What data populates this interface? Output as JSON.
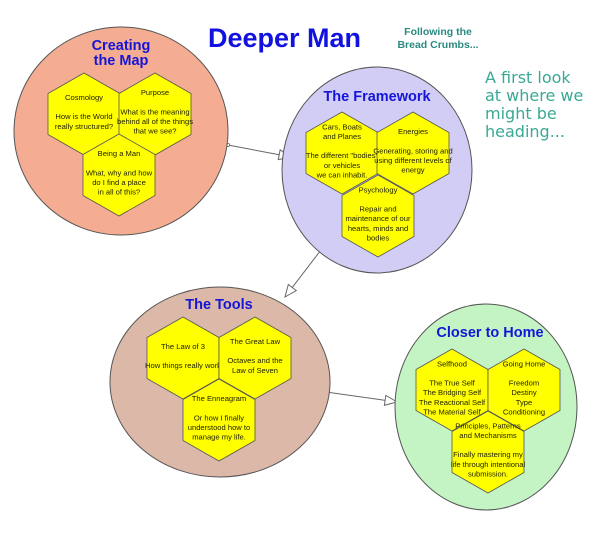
{
  "header": {
    "title": "Deeper Man",
    "subtitle_lines": [
      "Following the",
      "Bread Crumbs..."
    ],
    "side_note_lines": [
      "A first look",
      "at where we",
      "might be",
      "heading..."
    ]
  },
  "colors": {
    "title": "#1212e0",
    "subtitle": "#2a8a80",
    "side_note": "#3aa894",
    "hex_fill": "#ffff00"
  },
  "groups": [
    {
      "id": "creating-the-map",
      "title_lines": [
        "Creating",
        "the Map"
      ],
      "fill": "#f4ad92",
      "hexes": [
        {
          "heading": "Cosmology",
          "body": [
            "How is the World",
            "really structured?"
          ]
        },
        {
          "heading": "Purpose",
          "body": [
            "What is the meaning",
            "behind all of the things",
            "that we see?"
          ]
        },
        {
          "heading": "Being a Man",
          "body": [
            "What, why and how",
            "do I find a place",
            "in all of this?"
          ]
        }
      ]
    },
    {
      "id": "the-framework",
      "title_lines": [
        "The Framework"
      ],
      "fill": "#d2cdf5",
      "hexes": [
        {
          "heading": "Cars, Boats\nand Planes",
          "body": [
            "The different \"bodies\"",
            "or vehicles",
            "we can inhabit."
          ]
        },
        {
          "heading": "Energies",
          "body": [
            "Generating, storing and",
            "using different levels of",
            "energy"
          ]
        },
        {
          "heading": "Psychology",
          "body": [
            "Repair and",
            "maintenance of our",
            "hearts, minds and",
            "bodies"
          ]
        }
      ]
    },
    {
      "id": "the-tools",
      "title_lines": [
        "The Tools"
      ],
      "fill": "#dcb8a8",
      "hexes": [
        {
          "heading": "The Law of 3",
          "body": [
            "How things really work"
          ]
        },
        {
          "heading": "The Great Law",
          "body": [
            "Octaves and the",
            "Law of Seven"
          ]
        },
        {
          "heading": "The Enneagram",
          "body": [
            "Or how I finally",
            "understood how to",
            "manage my life."
          ]
        }
      ]
    },
    {
      "id": "closer-to-home",
      "title_lines": [
        "Closer to Home"
      ],
      "fill": "#c4f4c4",
      "hexes": [
        {
          "heading": "Selfhood",
          "body": [
            "The True Self",
            "The Bridging Self",
            "The Reactional Self",
            "The Material Self"
          ]
        },
        {
          "heading": "Going Home",
          "body": [
            "Freedom",
            "Destiny",
            "Type",
            "Conditioning"
          ]
        },
        {
          "heading": "Principles, Patterns\nand Mechanisms",
          "body": [
            "Finally mastering my",
            "life through intentional",
            "submission."
          ]
        }
      ]
    }
  ],
  "connectors": [
    {
      "from": "creating-the-map",
      "to": "the-framework"
    },
    {
      "from": "the-framework",
      "to": "the-tools"
    },
    {
      "from": "the-tools",
      "to": "closer-to-home"
    }
  ]
}
